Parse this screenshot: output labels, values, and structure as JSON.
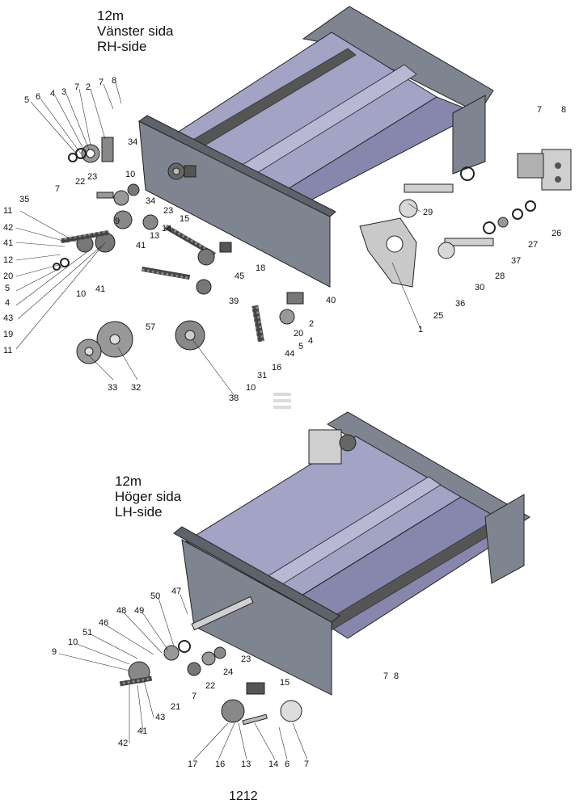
{
  "top_view": {
    "title_line1": "12m",
    "title_line2": "Vänster sida",
    "title_line3": "RH-side",
    "callouts": [
      "5",
      "6",
      "4",
      "3",
      "7",
      "2",
      "7",
      "8",
      "34",
      "22",
      "23",
      "10",
      "7",
      "35",
      "11",
      "42",
      "41",
      "12",
      "5",
      "20",
      "4",
      "43",
      "19",
      "11",
      "34",
      "23",
      "9",
      "15",
      "41",
      "13",
      "14",
      "18",
      "45",
      "41",
      "10",
      "57",
      "39",
      "2",
      "40",
      "20",
      "5",
      "4",
      "44",
      "16",
      "31",
      "10",
      "38",
      "33",
      "32",
      "29",
      "1",
      "25",
      "36",
      "30",
      "28",
      "27",
      "37",
      "26",
      "7",
      "8"
    ]
  },
  "bottom_view": {
    "title_line1": "12m",
    "title_line2": "Höger sida",
    "title_line3": "LH-side",
    "callouts": [
      "47",
      "50",
      "49",
      "48",
      "46",
      "51",
      "10",
      "9",
      "23",
      "24",
      "22",
      "7",
      "21",
      "43",
      "41",
      "42",
      "15",
      "17",
      "16",
      "13",
      "14",
      "6",
      "7",
      "7",
      "8"
    ]
  },
  "page_number": "1212",
  "colors": {
    "frame": "#7f8590",
    "frame_dark": "#5d626b",
    "trough": "#a3a3c6",
    "trough_dark": "#8787ad",
    "line": "#222222"
  }
}
